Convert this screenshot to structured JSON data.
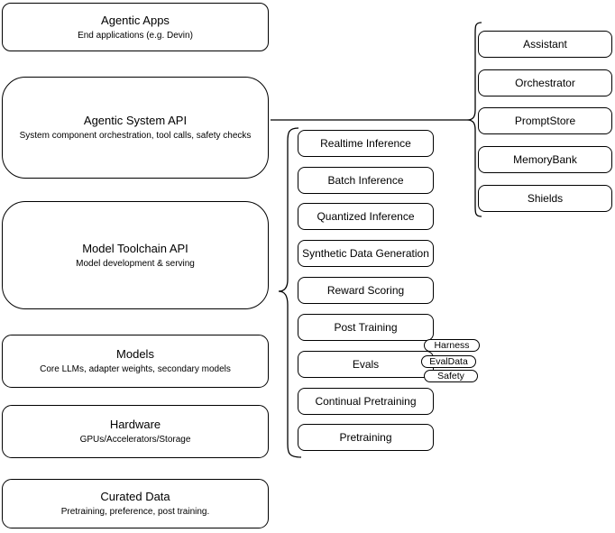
{
  "colors": {
    "stroke": "#000000",
    "node_fill": "#ffffff",
    "background": "#ffffff",
    "text": "#000000"
  },
  "left_stack": [
    {
      "title": "Agentic Apps",
      "subtitle": "End applications (e.g. Devin)"
    },
    {
      "title": "Agentic System API",
      "subtitle": "System component orchestration, tool calls, safety checks"
    },
    {
      "title": "Model Toolchain API",
      "subtitle": "Model development & serving"
    },
    {
      "title": "Models",
      "subtitle": "Core LLMs, adapter weights, secondary models"
    },
    {
      "title": "Hardware",
      "subtitle": "GPUs/Accelerators/Storage"
    },
    {
      "title": "Curated Data",
      "subtitle": "Pretraining, preference, post training."
    }
  ],
  "toolchain_items": [
    "Realtime Inference",
    "Batch Inference",
    "Quantized Inference",
    "Synthetic Data Generation",
    "Reward Scoring",
    "Post Training",
    "Evals",
    "Continual Pretraining",
    "Pretraining"
  ],
  "evals_tags": [
    "Harness",
    "EvalData",
    "Safety"
  ],
  "system_items": [
    "Assistant",
    "Orchestrator",
    "PromptStore",
    "MemoryBank",
    "Shields"
  ]
}
